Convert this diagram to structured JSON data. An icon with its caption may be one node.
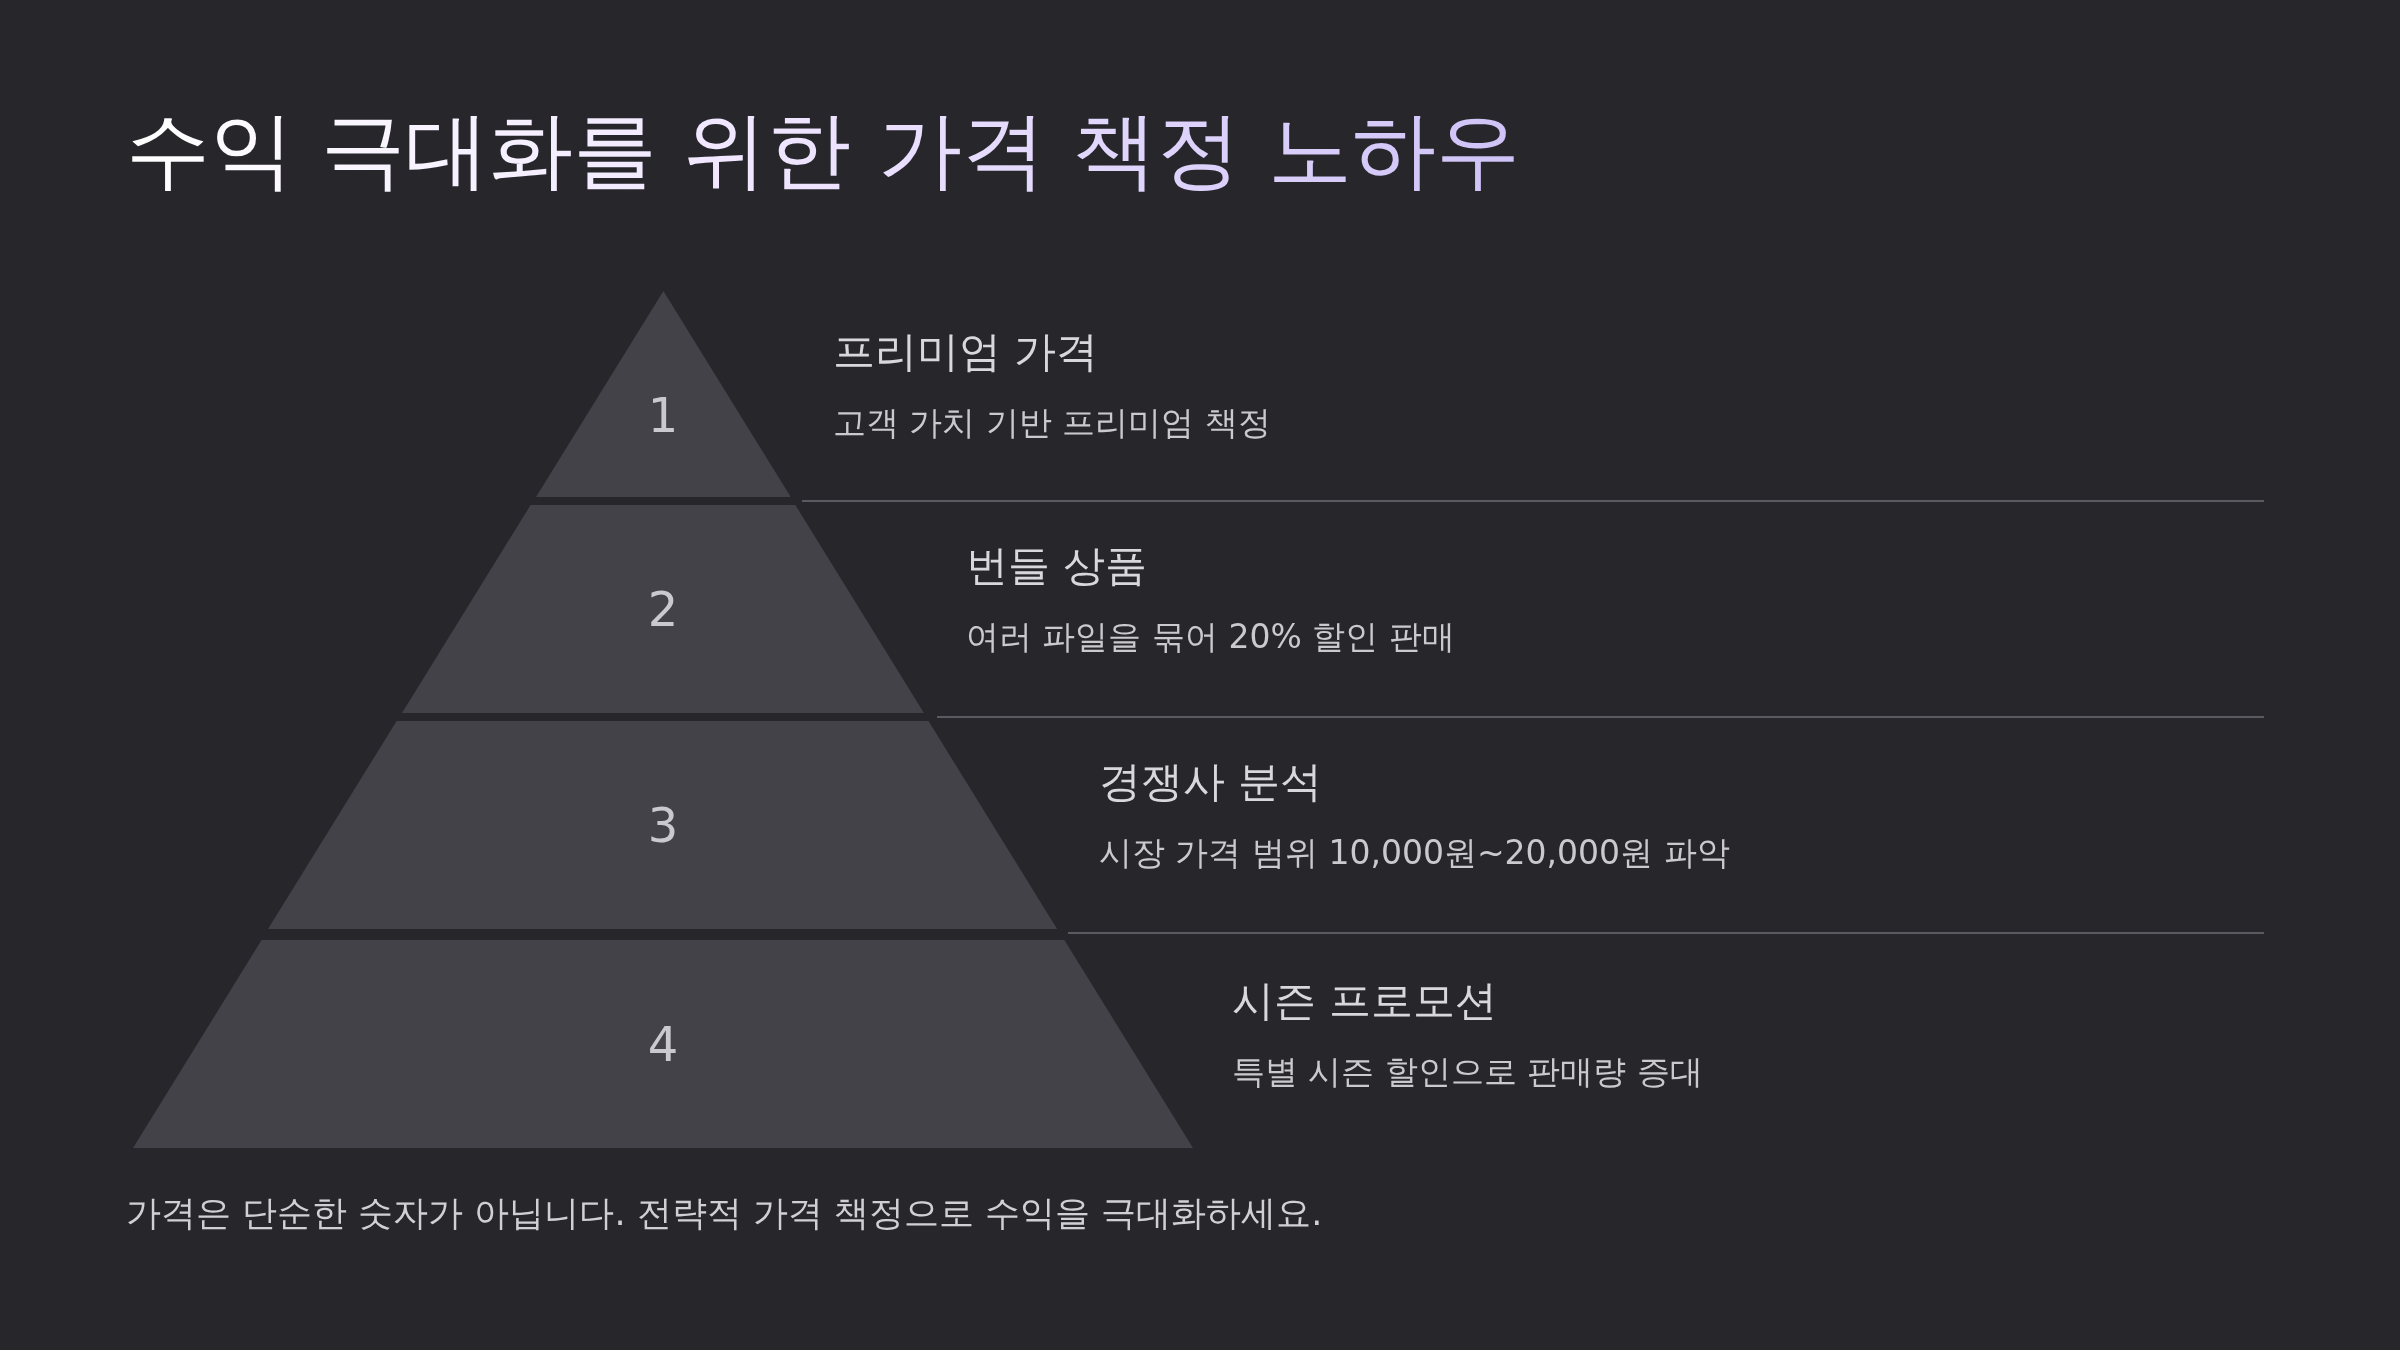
{
  "diagram": {
    "title": "수익 극대화를 위한 가격 책정 노하우",
    "caption": "가격은 단순한 숫자가 아닙니다. 전략적 가격 책정으로 수익을 극대화하세요.",
    "nodes": [
      {
        "text": [
          "1"
        ],
        "beside": [
          "프리미엄 가격",
          "고객 가치 기반 프리미엄 책정"
        ]
      },
      {
        "text": [
          "2"
        ],
        "beside": [
          "번들 상품",
          "여러 파일을 묶어 20% 할인 판매"
        ]
      },
      {
        "text": [
          "3"
        ],
        "beside": [
          "경쟁사 분석",
          "시장 가격 범위 10,000원~20,000원 파악"
        ]
      },
      {
        "text": [
          "4"
        ],
        "beside": [
          "시즌 프로모션",
          "특별 시즌 할인으로 판매량 증대"
        ]
      }
    ],
    "edges": []
  }
}
